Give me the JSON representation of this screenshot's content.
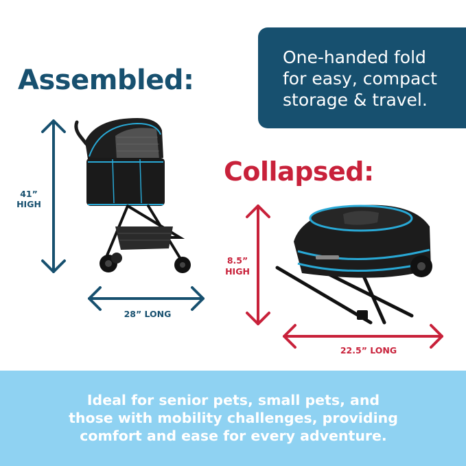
{
  "headings": {
    "assembled": "Assembled:",
    "collapsed": "Collapsed:"
  },
  "fold_callout": {
    "line1": "One-handed fold",
    "line2": "for easy, compact",
    "line3": "storage & travel."
  },
  "dimensions": {
    "assembled_height_value": "41”",
    "assembled_height_unit": "HIGH",
    "assembled_length": "28” LONG",
    "collapsed_height_value": "8.5”",
    "collapsed_height_unit": "HIGH",
    "collapsed_length": "22.5” LONG"
  },
  "banner": {
    "line1": "Ideal for senior pets, small pets, and",
    "line2": "those with mobility challenges, providing",
    "line3": "comfort and ease for every adventure."
  },
  "colors": {
    "navy": "#17506f",
    "red": "#c8213a",
    "banner_bg": "#8fd2f2",
    "accent_teal": "#29a9d6"
  }
}
